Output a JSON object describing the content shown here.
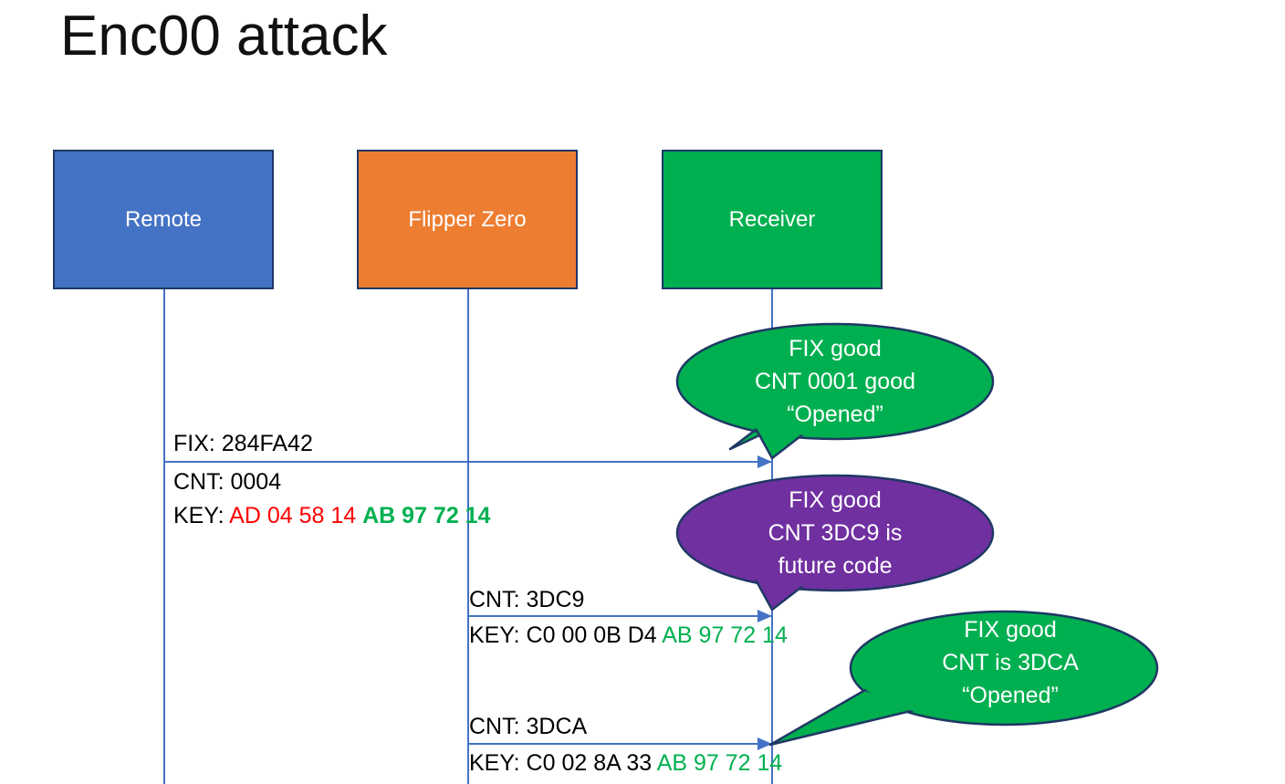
{
  "slide": {
    "title": "Enc00 attack",
    "background": "#ffffff"
  },
  "colors": {
    "remote": "#4472C4",
    "flipper": "#ED7D31",
    "receiver": "#00B050",
    "bubble_good": "#00B050",
    "bubble_future": "#7030A0",
    "outline": "#1F3864",
    "lifeline": "#4472C4",
    "key_red": "#FF0000",
    "key_green": "#00B050"
  },
  "lanes": [
    {
      "id": "remote",
      "label": "Remote"
    },
    {
      "id": "flipper",
      "label": "Flipper Zero"
    },
    {
      "id": "receiver",
      "label": "Receiver"
    }
  ],
  "messages": [
    {
      "id": "remote-to-receiver",
      "from": "remote",
      "to": "receiver",
      "fix": "FIX: 284FA42",
      "cnt": "CNT: 0004",
      "key_prefix": "KEY: ",
      "key_red": "AD 04 58 14",
      "key_green": "AB 97 72 14"
    },
    {
      "id": "flipper-future-code",
      "from": "flipper",
      "to": "receiver",
      "cnt": "CNT: 3DC9",
      "key_prefix": "KEY: C0 00 0B D4 ",
      "key_green": "AB 97 72 14"
    },
    {
      "id": "flipper-next-code",
      "from": "flipper",
      "to": "receiver",
      "cnt": "CNT: 3DCA",
      "key_prefix": "KEY: C0 02 8A 33 ",
      "key_green": "AB 97 72 14"
    }
  ],
  "bubbles": [
    {
      "id": "receiver-accept-0001",
      "color": "#00B050",
      "line1": "FIX good",
      "line2": "CNT 0001 good",
      "line3": "“Opened”"
    },
    {
      "id": "receiver-future-code",
      "color": "#7030A0",
      "line1": "FIX good",
      "line2": "CNT 3DC9 is",
      "line3": "future code"
    },
    {
      "id": "receiver-accept-3dca",
      "color": "#00B050",
      "line1": "FIX good",
      "line2": "CNT is 3DCA",
      "line3": "“Opened”"
    }
  ]
}
